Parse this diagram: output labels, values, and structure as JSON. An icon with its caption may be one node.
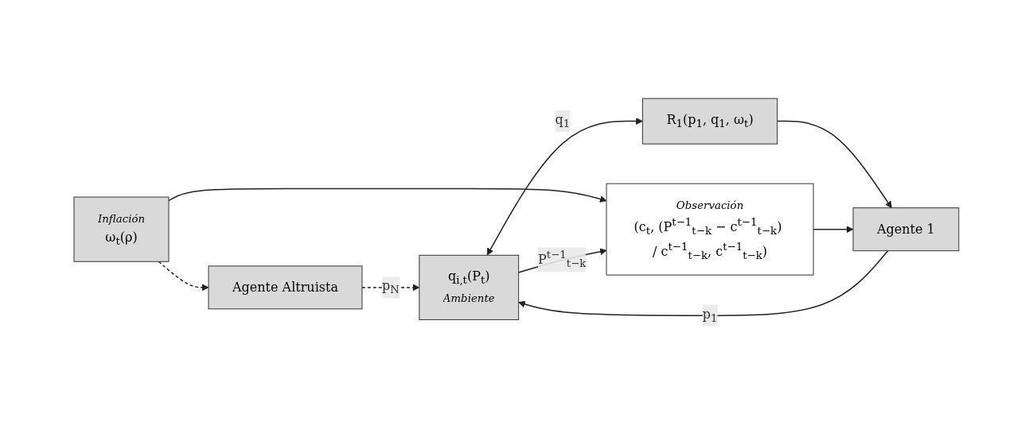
{
  "diagram": {
    "nodes": [
      {
        "text": [
          "Inflación",
          "ω$_{t}$(ρ)"
        ]
      },
      {
        "text": [
          "Agente Altruista"
        ]
      },
      {
        "text": [
          "R$_{1}$(p$_{1}$, q$_{1}$, ω$_{t}$)"
        ]
      },
      {
        "text": [
          "Observación",
          "(c$_{t}$, (P$^{t−1}$$_{t−k}$ − c$^{t−1}$$_{t−k}$) / c$^{t−1}$$_{t−k}$, c$^{t−1}$$_{t−k}$)"
        ]
      },
      {
        "text": [
          "Agente 1"
        ]
      },
      {
        "text": [
          "q$_{i,t}$(P$_{t}$)",
          "Ambiente"
        ]
      }
    ],
    "edges": [
      {
        "from": 0,
        "to": 1,
        "arrow": "to",
        "style": "dashed"
      },
      {
        "from": 1,
        "to": 5,
        "arrow": "to",
        "style": "dashed",
        "label": "p$_{N}$"
      },
      {
        "from": 0,
        "to": 3,
        "arrow": "to"
      },
      {
        "from": 2,
        "to": 4,
        "arrow": "to"
      },
      {
        "from": 5,
        "to": 2,
        "arrow": "both",
        "label": "q$_{1}$"
      },
      {
        "from": 3,
        "to": 4,
        "arrow": "to"
      },
      {
        "from": 4,
        "to": 5,
        "arrow": "to",
        "label": "p$_{1}$"
      },
      {
        "from": 5,
        "to": 3,
        "arrow": "to",
        "label": "P$^{t−1}$$_{t−k}$"
      }
    ]
  }
}
